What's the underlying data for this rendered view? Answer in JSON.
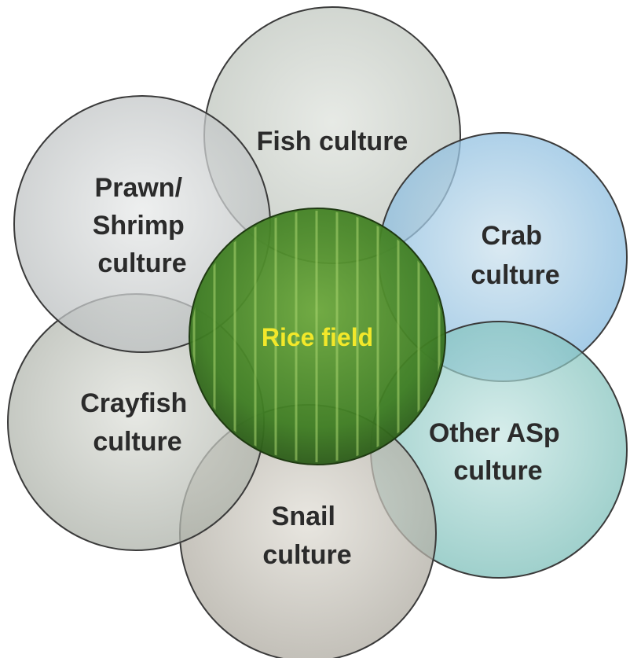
{
  "diagram": {
    "center": {
      "label": "Rice field",
      "fill_color": "#3e7d22",
      "label_color": "#f2e82a"
    },
    "petals": [
      {
        "id": "fish",
        "lines": [
          "Fish culture"
        ],
        "tint": "#c9cfc8"
      },
      {
        "id": "crab",
        "lines": [
          "Crab",
          "culture"
        ],
        "tint": "#9ec9e6"
      },
      {
        "id": "other",
        "lines": [
          "Other ASp",
          "culture"
        ],
        "tint": "#8cc9c4"
      },
      {
        "id": "snail",
        "lines": [
          "Snail",
          "culture"
        ],
        "tint": "#c7c4bc"
      },
      {
        "id": "crayfish",
        "lines": [
          "Crayfish",
          "culture"
        ],
        "tint": "#c5c8c2"
      },
      {
        "id": "prawn",
        "lines": [
          "Prawn/",
          "Shrimp",
          "culture"
        ],
        "tint": "#d4d6d6"
      }
    ]
  }
}
